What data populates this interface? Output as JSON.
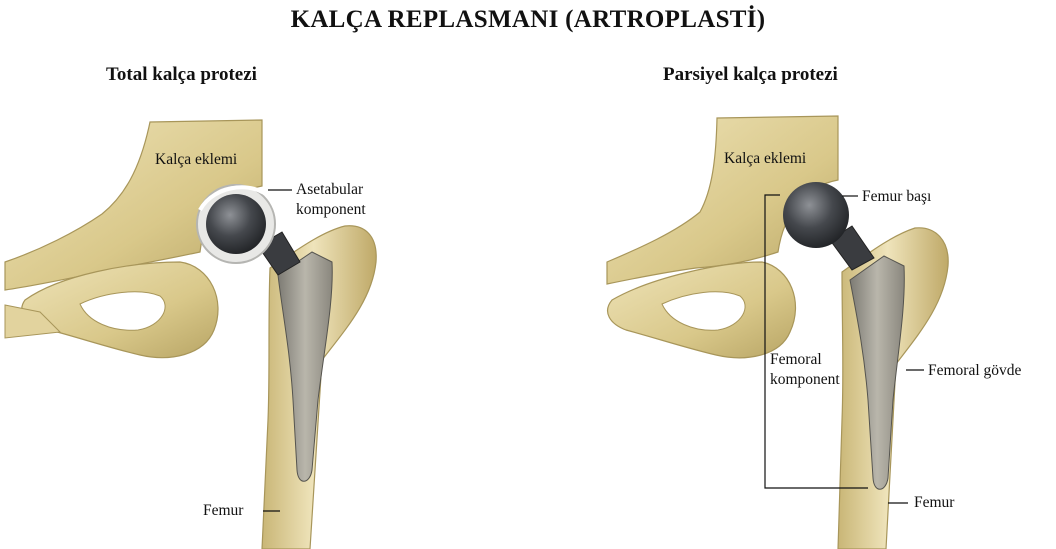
{
  "title": "KALÇA REPLASMANI (ARTROPLASTİ)",
  "panels": [
    {
      "heading": "Total kalça protezi",
      "labels": {
        "hip_joint": "Kalça eklemi",
        "acetabular_1": "Asetabular",
        "acetabular_2": "komponent",
        "femur": "Femur"
      }
    },
    {
      "heading": "Parsiyel kalça protezi",
      "labels": {
        "hip_joint": "Kalça eklemi",
        "femur_head": "Femur başı",
        "femoral_component_1": "Femoral",
        "femoral_component_2": "komponent",
        "femoral_stem": "Femoral gövde",
        "femur": "Femur"
      }
    }
  ]
}
